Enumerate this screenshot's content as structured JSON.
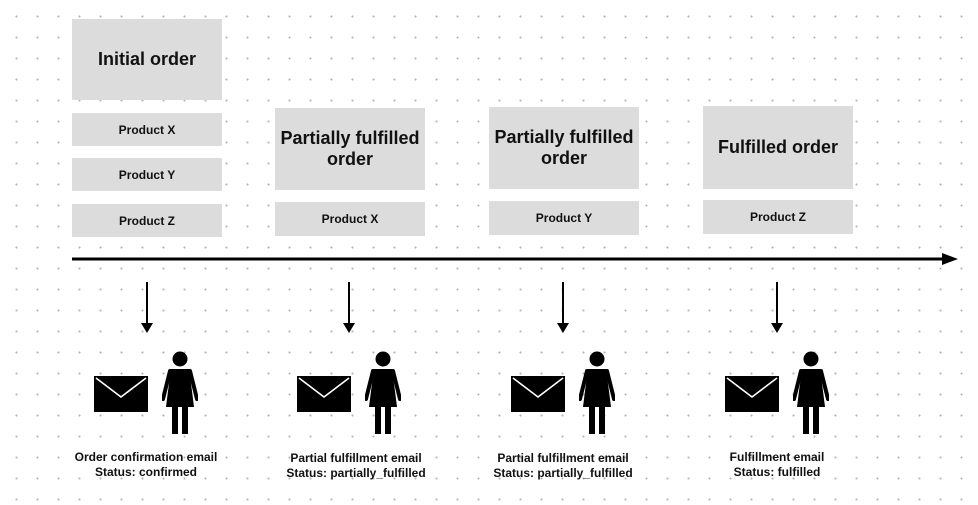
{
  "diagram": {
    "stages": [
      {
        "title": "Initial order",
        "products": [
          "Product X",
          "Product Y",
          "Product Z"
        ],
        "email": "Order confirmation email",
        "status": "Status: confirmed"
      },
      {
        "title": "Partially fulfilled order",
        "products": [
          "Product X"
        ],
        "email": "Partial fulfillment email",
        "status": "Status: partially_fulfilled"
      },
      {
        "title": "Partially fulfilled order",
        "products": [
          "Product Y"
        ],
        "email": "Partial fulfillment email",
        "status": "Status: partially_fulfilled"
      },
      {
        "title": "Fulfilled order",
        "products": [
          "Product Z"
        ],
        "email": "Fulfillment email",
        "status": "Status: fulfilled"
      }
    ],
    "colors": {
      "box_fill": "#dcdcdc",
      "ink": "#000000",
      "grid_dot": "#b4b4b4"
    },
    "icons": [
      "arrow-down-icon",
      "envelope-icon",
      "person-icon",
      "timeline-arrow"
    ]
  }
}
